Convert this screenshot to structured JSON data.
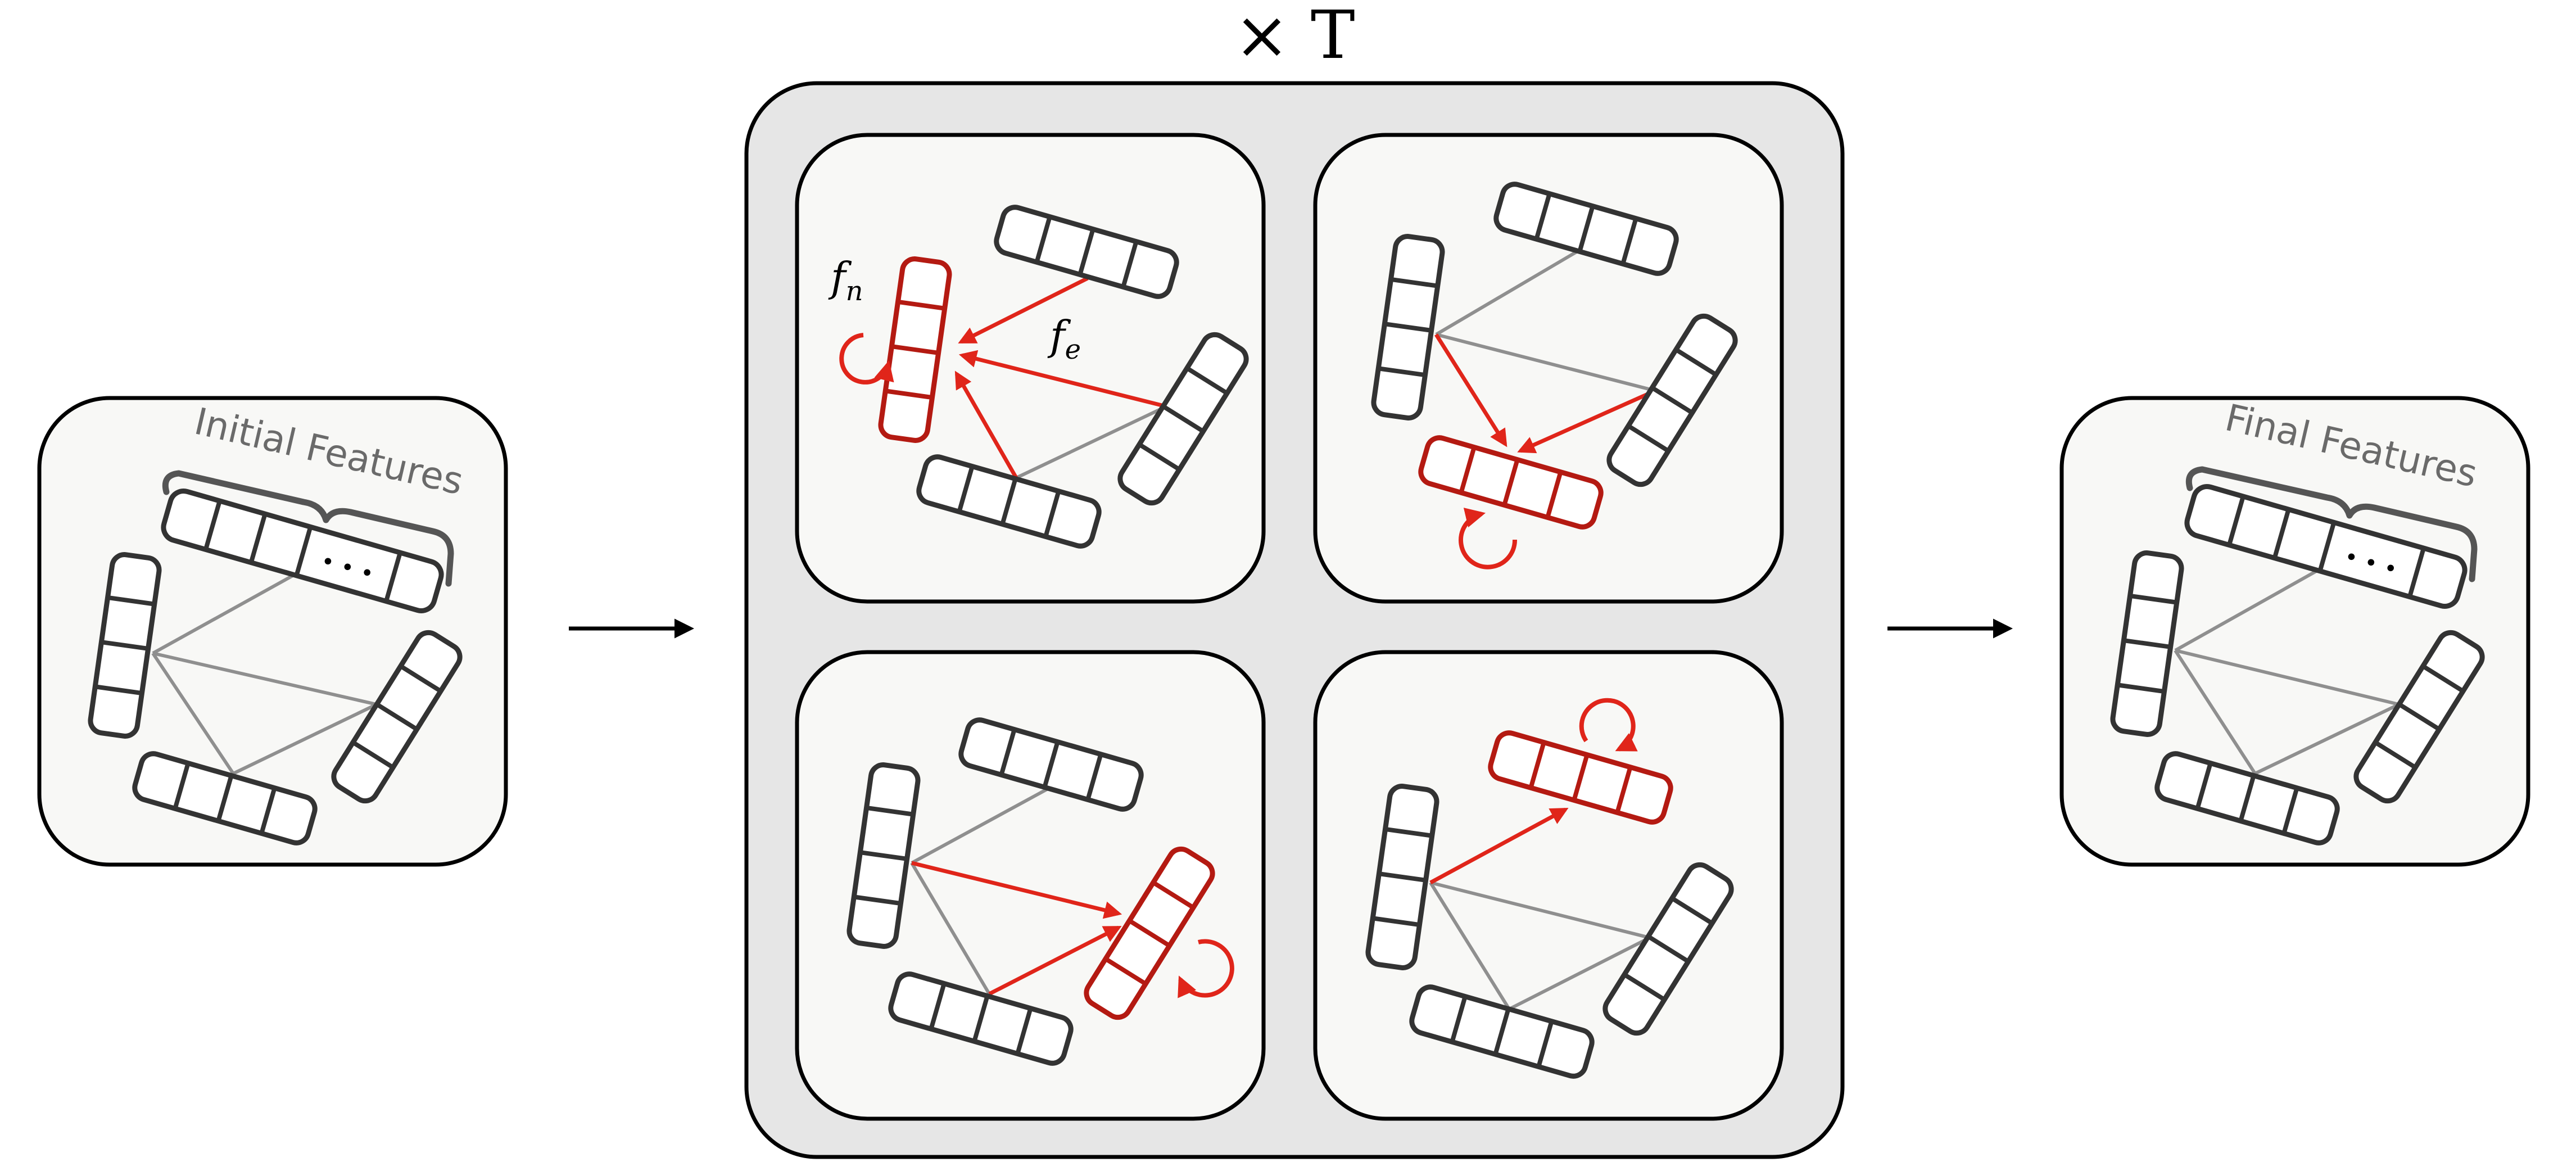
{
  "labels": {
    "initial_features": "Initial Features",
    "final_features": "Final Features",
    "iterations": "× T",
    "node_function": "f",
    "node_function_sub": "n",
    "edge_function": "f",
    "edge_function_sub": "e",
    "ellipsis": "• • •"
  },
  "colors": {
    "node_outline": "#333333",
    "highlight_node": "#b41a12",
    "message_arrow": "#e0251a",
    "graph_edge": "#8f8f8f",
    "panel_fill": "#f8f8f6",
    "loop_container_fill": "#e6e6e6"
  }
}
